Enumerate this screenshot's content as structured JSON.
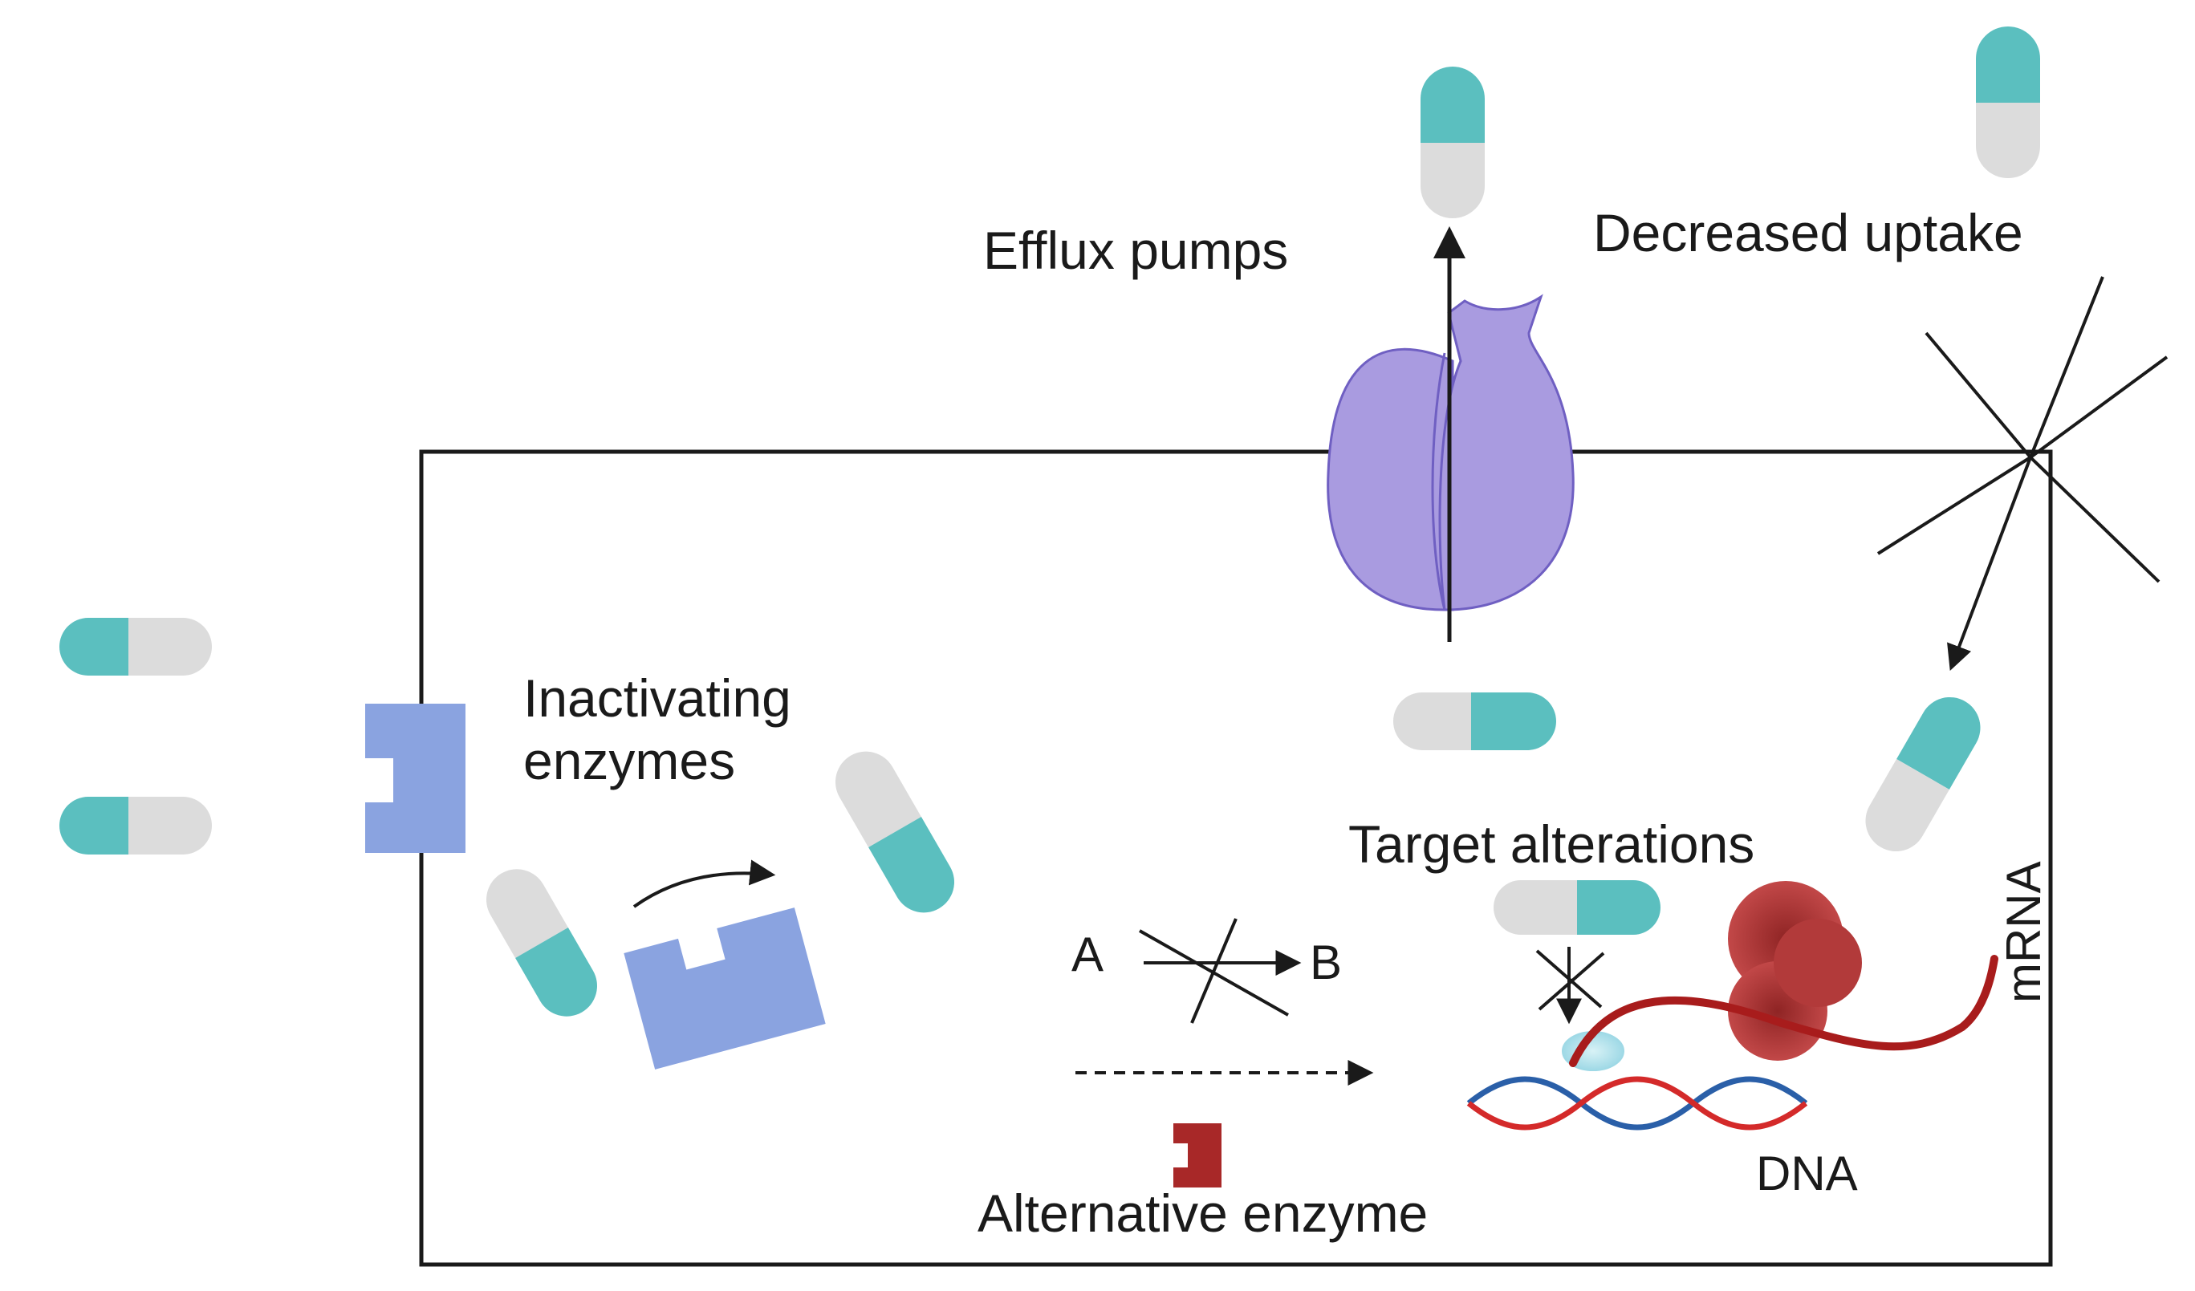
{
  "labels": {
    "efflux": "Efflux pumps",
    "uptake": "Decreased uptake",
    "inactivating_1": "Inactivating",
    "inactivating_2": "enzymes",
    "target": "Target alterations",
    "a": "A",
    "b": "B",
    "alternative": "Alternative enzyme",
    "dna": "DNA",
    "mrna": "mRNA"
  },
  "colors": {
    "capsule_teal": "#5bbfbf",
    "capsule_gray": "#dcdcdc",
    "pump_purple": "#a99be0",
    "enzyme_blue": "#8aa3e0",
    "alt_enzyme_red": "#a82828",
    "dna_red": "#d42a2a",
    "dna_blue": "#2a5fa8",
    "ribosome_red": "#b23a3a",
    "line": "#1a1a1a"
  }
}
